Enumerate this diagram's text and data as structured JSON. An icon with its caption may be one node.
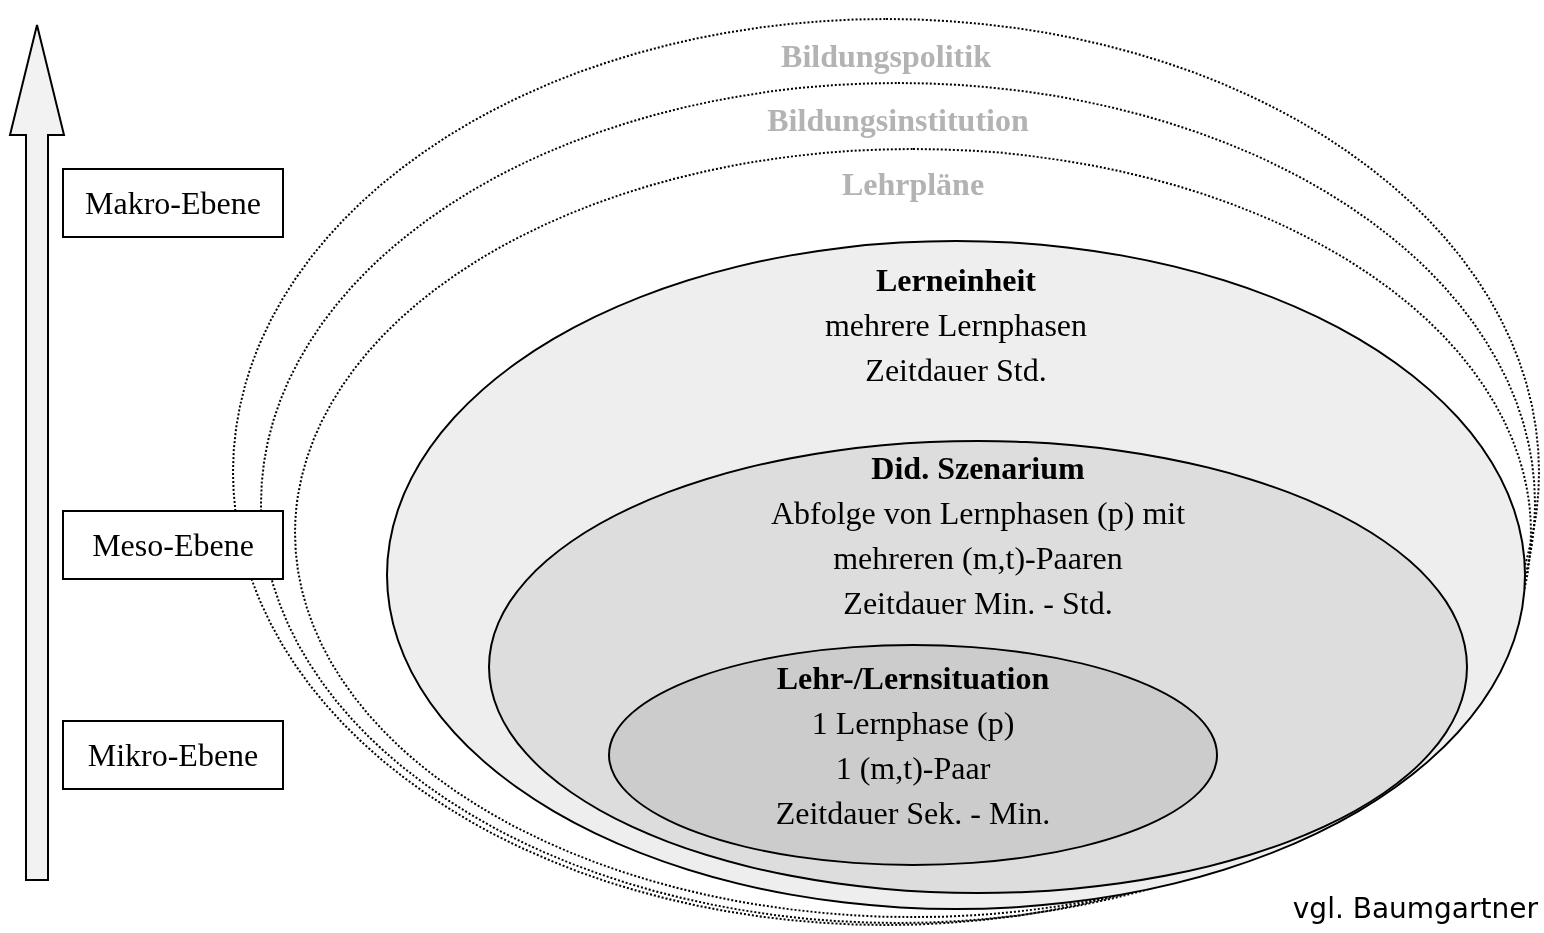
{
  "diagram": {
    "nodes": [
      {
        "text": [
          "Bildungspolitik"
        ]
      },
      {
        "text": [
          "Bildungsinstitution"
        ],
        "in": 0
      },
      {
        "text": [
          "Lehrpläne"
        ],
        "in": 1
      },
      {
        "text": [
          "Lerneinheit",
          "mehrere Lernphasen",
          "Zeitdauer Std."
        ],
        "in": 2
      },
      {
        "text": [
          "Did. Szenarium",
          "Abfolge von Lernphasen (p) mit mehreren (m,t)-Paaren",
          "Zeitdauer Min. - Std."
        ],
        "in": 3
      },
      {
        "text": [
          "Lehr-/Lernsituation",
          "1 Lernphase (p)",
          "1 (m,t)-Paar",
          "Zeitdauer Sek. - Min."
        ],
        "in": 4
      },
      {
        "text": [
          "Makro-Ebene"
        ]
      },
      {
        "text": [
          "Meso-Ebene"
        ]
      },
      {
        "text": [
          "Mikro-Ebene"
        ]
      }
    ],
    "labels": [
      "vgl. Baumgartner"
    ]
  }
}
